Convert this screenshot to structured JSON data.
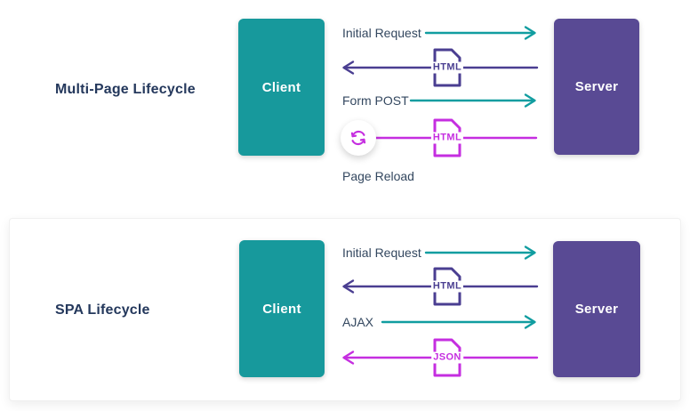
{
  "colors": {
    "teal_box": "#17999c",
    "purple_box": "#594a94",
    "teal_arrow": "#119da0",
    "purple_arrow": "#4a3e91",
    "magenta": "#c52ee0",
    "label_text": "#33475f",
    "title_text": "#24385c",
    "card_border": "#f0f0f0",
    "card_bg": "#ffffff"
  },
  "mpa": {
    "title": "Multi-Page Lifecycle",
    "client": "Client",
    "server": "Server",
    "row1_label": "Initial Request",
    "row2_icon_label": "HTML",
    "row3_label": "Form POST",
    "row4_icon_label": "HTML",
    "row4_caption": "Page Reload"
  },
  "spa": {
    "title": "SPA Lifecycle",
    "client": "Client",
    "server": "Server",
    "row1_label": "Initial Request",
    "row2_icon_label": "HTML",
    "row3_label": "AJAX",
    "row4_icon_label": "JSON"
  },
  "icons": {
    "reload": "reload-icon",
    "html_file": "html-file-icon",
    "json_file": "json-file-icon"
  }
}
